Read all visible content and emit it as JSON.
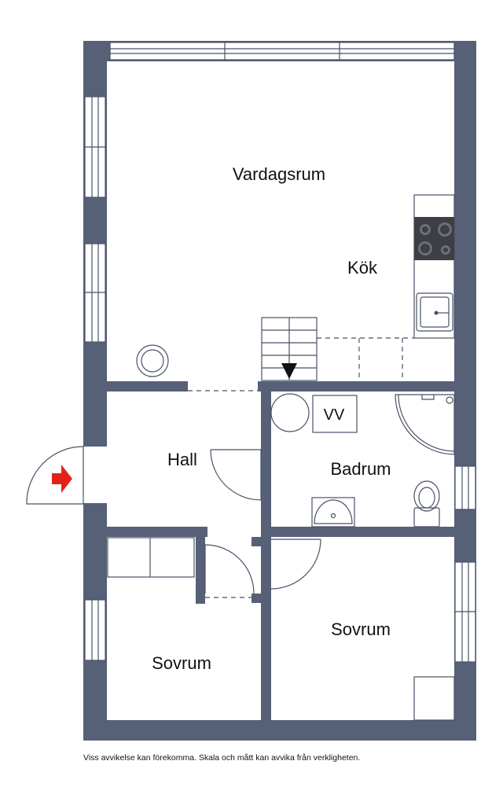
{
  "rooms": {
    "vardagsrum": "Vardagsrum",
    "kok": "Kök",
    "hall": "Hall",
    "badrum": "Badrum",
    "vv": "VV",
    "sovrum_left": "Sovrum",
    "sovrum_right": "Sovrum"
  },
  "disclaimer": "Viss avvikelse kan förekomma. Skala och mått kan avvika från verkligheten.",
  "colors": {
    "wall": "#566077",
    "entrance_arrow": "#e2231a"
  },
  "icons": {
    "entrance": "entrance-arrow-icon",
    "stove": "stove-icon",
    "sink": "kitchen-sink-icon",
    "toilet": "toilet-icon",
    "washbasin": "washbasin-icon",
    "shower": "shower-icon",
    "fireplace": "fireplace-icon",
    "stairs": "stairs-icon"
  }
}
